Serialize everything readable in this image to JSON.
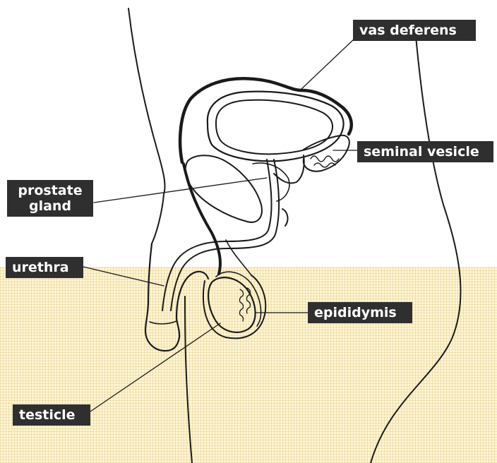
{
  "labels": {
    "vas_deferens": "vas deferens",
    "seminal_vesicle": "seminal vesicle",
    "prostate_gland_line1": "prostate",
    "prostate_gland_line2": "gland",
    "urethra": "urethra",
    "epididymis": "epididymis",
    "testicle": "testicle"
  },
  "colors": {
    "label_background": "#2f2f2f",
    "label_text": "#ffffff",
    "lower_background": "#fff6d6",
    "outline": "#1a1a1a"
  }
}
